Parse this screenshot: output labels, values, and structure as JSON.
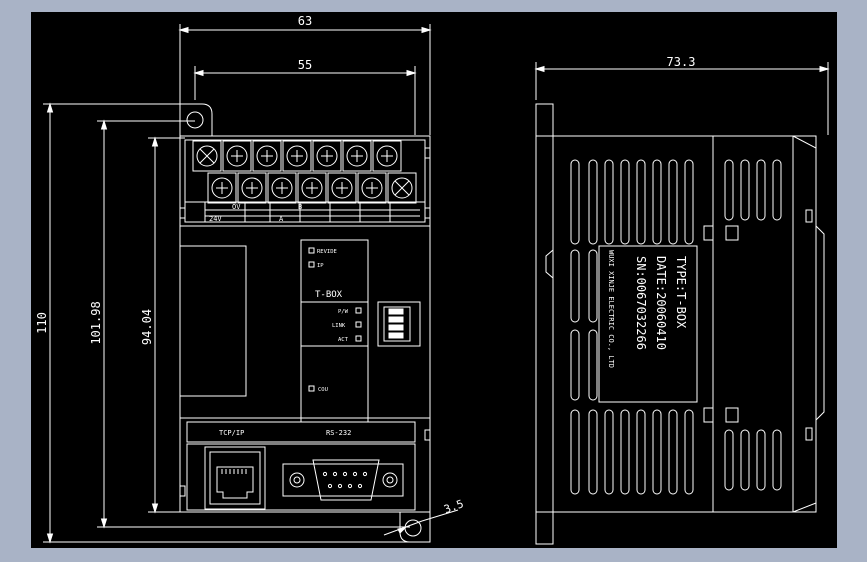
{
  "window": {
    "background": "#a9b3c6",
    "canvas_background": "#000000",
    "line_color": "#ffffff"
  },
  "dimensions": {
    "front_width": "63",
    "front_inner_width": "55",
    "side_width": "73.3",
    "front_height_total": "110",
    "front_height_mount": "101.98",
    "front_height_body": "94.04",
    "hole_dia": "3.5"
  },
  "front_panel": {
    "terminal_label_24v": "24V",
    "terminal_label_ov": "OV",
    "terminal_label_a": "A",
    "terminal_label_b": "B",
    "led_reside": "REVIDE",
    "led_ip": "IP",
    "model_name": "T-BOX",
    "led_pw": "P/W",
    "led_link": "LINK",
    "led_act": "ACT",
    "led_cou": "COU",
    "port_tcpip": "TCP/IP",
    "port_rs232": "RS-232"
  },
  "side_label": {
    "type": "TYPE:T-BOX",
    "date": "DATE:20060410",
    "sn": "SN:0067032266",
    "maker": "WUXI XINJE ELECTRIC CO., LTD"
  }
}
